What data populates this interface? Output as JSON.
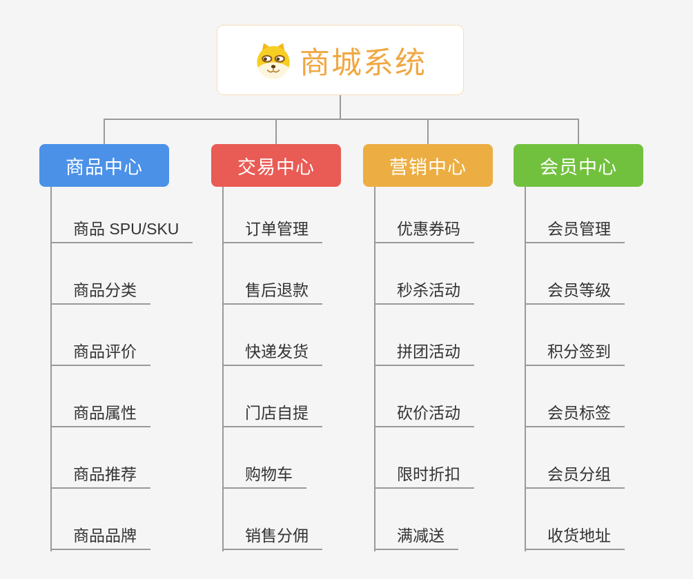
{
  "app": {
    "background": "#f5f5f5",
    "connector_color": "#999999",
    "child_text_color": "#333333"
  },
  "root": {
    "title": "商城系统",
    "icon": "dog-icon",
    "text_color": "#F0A843",
    "border_color": "#F0BC68",
    "background": "#ffffff"
  },
  "branches": [
    {
      "id": "product-center",
      "label": "商品中心",
      "color": "#4B91E8",
      "children": [
        "商品 SPU/SKU",
        "商品分类",
        "商品评价",
        "商品属性",
        "商品推荐",
        "商品品牌"
      ]
    },
    {
      "id": "trade-center",
      "label": "交易中心",
      "color": "#E95B55",
      "children": [
        "订单管理",
        "售后退款",
        "快递发货",
        "门店自提",
        "购物车",
        "销售分佣"
      ]
    },
    {
      "id": "marketing-center",
      "label": "营销中心",
      "color": "#ECAE42",
      "children": [
        "优惠券码",
        "秒杀活动",
        "拼团活动",
        "砍价活动",
        "限时折扣",
        "满减送"
      ]
    },
    {
      "id": "member-center",
      "label": "会员中心",
      "color": "#72C13E",
      "children": [
        "会员管理",
        "会员等级",
        "积分签到",
        "会员标签",
        "会员分组",
        "收货地址"
      ]
    }
  ]
}
